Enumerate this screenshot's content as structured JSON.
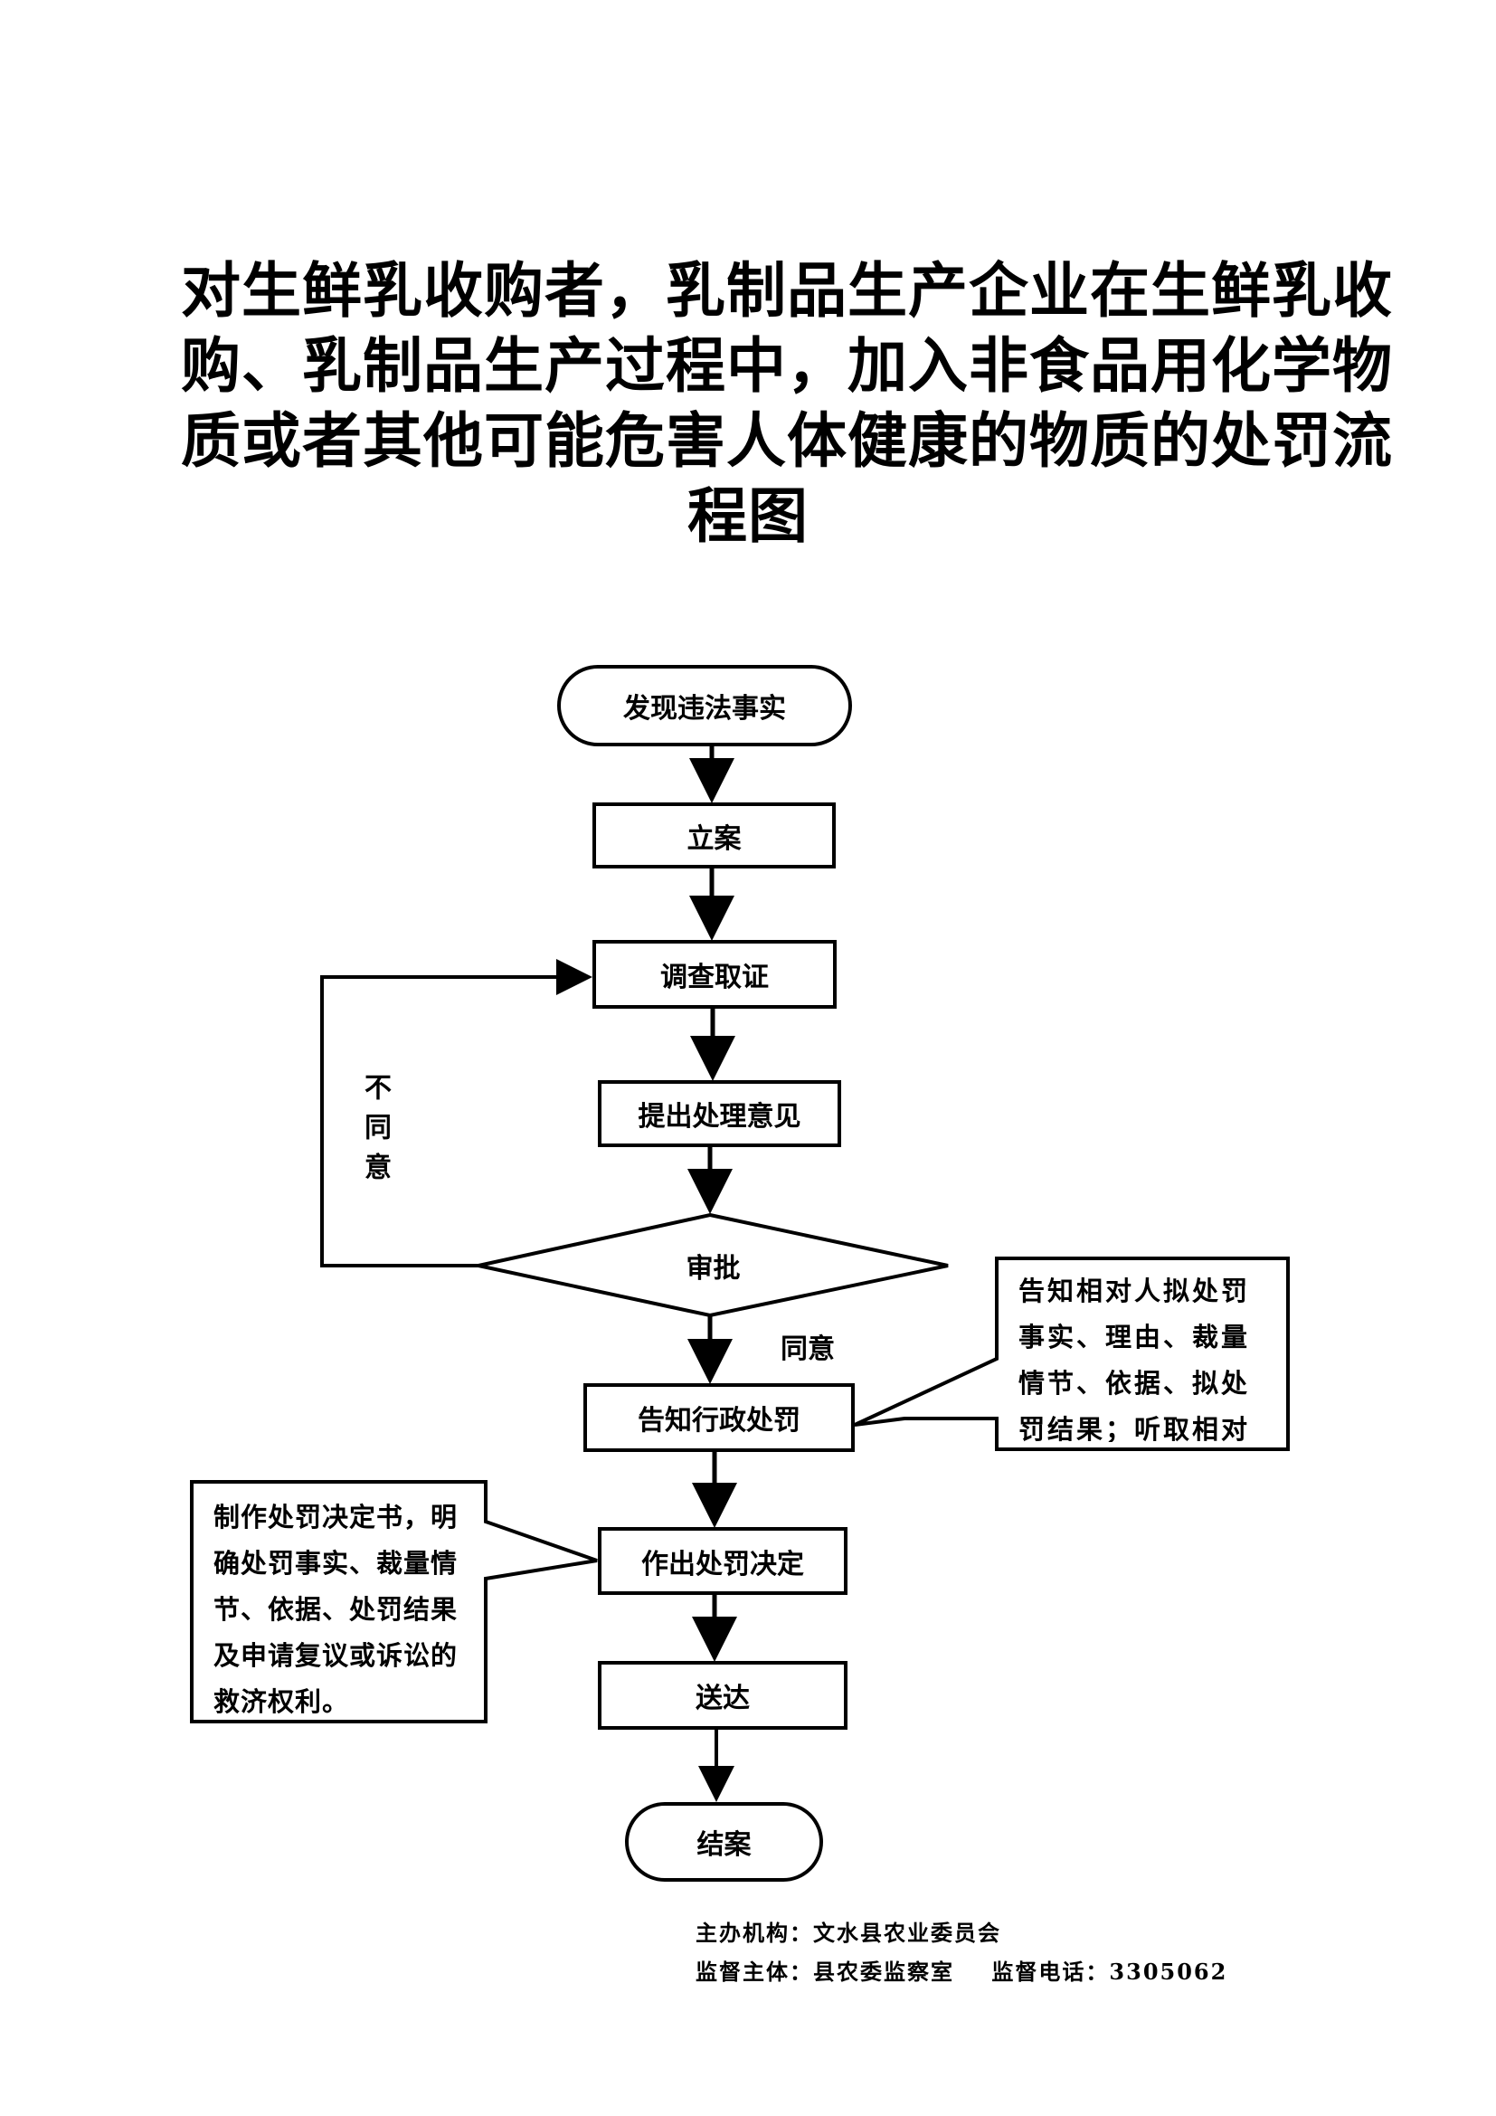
{
  "document": {
    "title_lines": [
      "对生鲜乳收购者，乳制品生产企业在生鲜乳收",
      "购、乳制品生产过程中，加入非食品用化学物",
      "质或者其他可能危害人体健康的物质的处罚流",
      "程图"
    ]
  },
  "flowchart": {
    "nodes": {
      "start": {
        "type": "terminal",
        "label": "发现违法事实"
      },
      "file_case": {
        "type": "process",
        "label": "立案"
      },
      "investigate": {
        "type": "process",
        "label": "调查取证"
      },
      "propose": {
        "type": "process",
        "label": "提出处理意见"
      },
      "approve": {
        "type": "decision",
        "label": "审批"
      },
      "notify": {
        "type": "process",
        "label": "告知行政处罚"
      },
      "decide": {
        "type": "process",
        "label": "作出处罚决定"
      },
      "deliver": {
        "type": "process",
        "label": "送达"
      },
      "end": {
        "type": "terminal",
        "label": "结案"
      }
    },
    "edges": [
      {
        "from": "start",
        "to": "file_case",
        "label": ""
      },
      {
        "from": "file_case",
        "to": "investigate",
        "label": ""
      },
      {
        "from": "investigate",
        "to": "propose",
        "label": ""
      },
      {
        "from": "propose",
        "to": "approve",
        "label": ""
      },
      {
        "from": "approve",
        "to": "investigate",
        "label": "不同意"
      },
      {
        "from": "approve",
        "to": "notify",
        "label": "同意"
      },
      {
        "from": "notify",
        "to": "decide",
        "label": ""
      },
      {
        "from": "decide",
        "to": "deliver",
        "label": ""
      },
      {
        "from": "deliver",
        "to": "end",
        "label": ""
      }
    ],
    "edge_labels": {
      "reject": "不同意",
      "agree": "同意"
    },
    "notes": {
      "notify_note": "告知相对人拟处罚事实、理由、裁量情节、依据、拟处罚结果；听取相对人的陈",
      "decide_note": "制作处罚决定书，明确处罚事实、裁量情节、依据、处罚结果及申请复议或诉讼的救济权利。"
    }
  },
  "footer": {
    "organizer": "主办机构：文水县农业委员会",
    "supervisor": "监督主体：县农委监察室    监督电话：3305062"
  }
}
